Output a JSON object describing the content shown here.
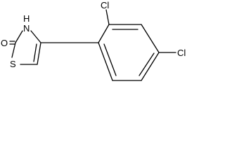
{
  "molecule": {
    "atoms": {
      "oxygen": "O",
      "nitrogen": "N",
      "hydrogen": "H",
      "sulfur": "S",
      "chlorine_1": "Cl",
      "chlorine_2": "Cl"
    }
  }
}
